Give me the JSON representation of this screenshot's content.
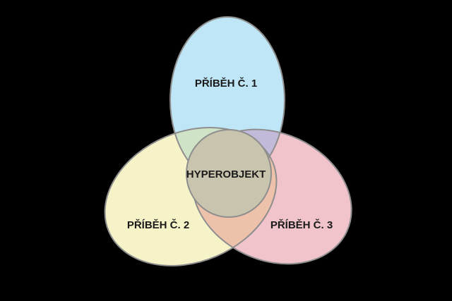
{
  "diagram": {
    "type": "venn",
    "sets": [
      {
        "id": "story-1",
        "label": "PŘÍBĚH Č. 1",
        "color": "#bfe6f7"
      },
      {
        "id": "story-2",
        "label": "PŘÍBĚH Č. 2",
        "color": "#f7f3c9"
      },
      {
        "id": "story-3",
        "label": "PŘÍBĚH Č. 3",
        "color": "#f1c3cb"
      }
    ],
    "center": {
      "label": "HYPEROBJEKT",
      "color": "#c9c4ad"
    },
    "colors": {
      "background": "#000000",
      "outline": "#8e8e8e",
      "overlap_1_2": "#cfe3c6",
      "overlap_1_3": "#c3b9d8",
      "overlap_2_3": "#eec2aa"
    }
  }
}
